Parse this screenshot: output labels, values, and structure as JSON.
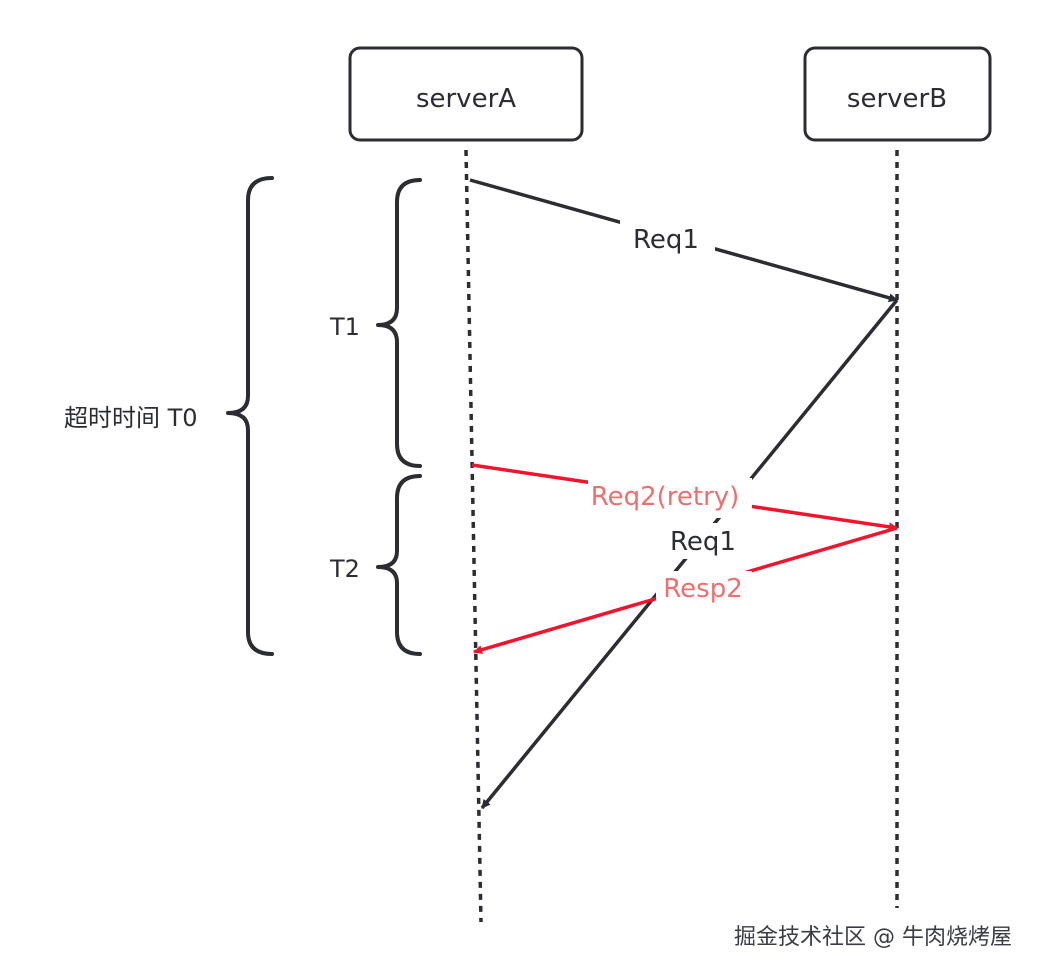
{
  "participants": [
    {
      "id": "serverA",
      "label": "serverA"
    },
    {
      "id": "serverB",
      "label": "serverB"
    }
  ],
  "brackets": {
    "t0": "超时时间 T0",
    "t1": "T1",
    "t2": "T2"
  },
  "messages": [
    {
      "id": "req1",
      "label": "Req1",
      "from": "serverA",
      "to": "serverB",
      "color": "#2b2d33"
    },
    {
      "id": "req2",
      "label": "Req2(retry)",
      "from": "serverA",
      "to": "serverB",
      "color": "#f0142d",
      "label_color": "#ef6f6f"
    },
    {
      "id": "req1-return",
      "label": "Req1",
      "from": "serverB",
      "to": "serverA",
      "color": "#2b2d33"
    },
    {
      "id": "resp2",
      "label": "Resp2",
      "from": "serverB",
      "to": "serverA",
      "color": "#f0142d",
      "label_color": "#ef6f6f"
    }
  ],
  "watermark": "掘金技术社区 @ 牛肉烧烤屋",
  "colors": {
    "line": "#2b2d33",
    "retry": "#f0142d",
    "retry_text": "#ef6f6f"
  }
}
